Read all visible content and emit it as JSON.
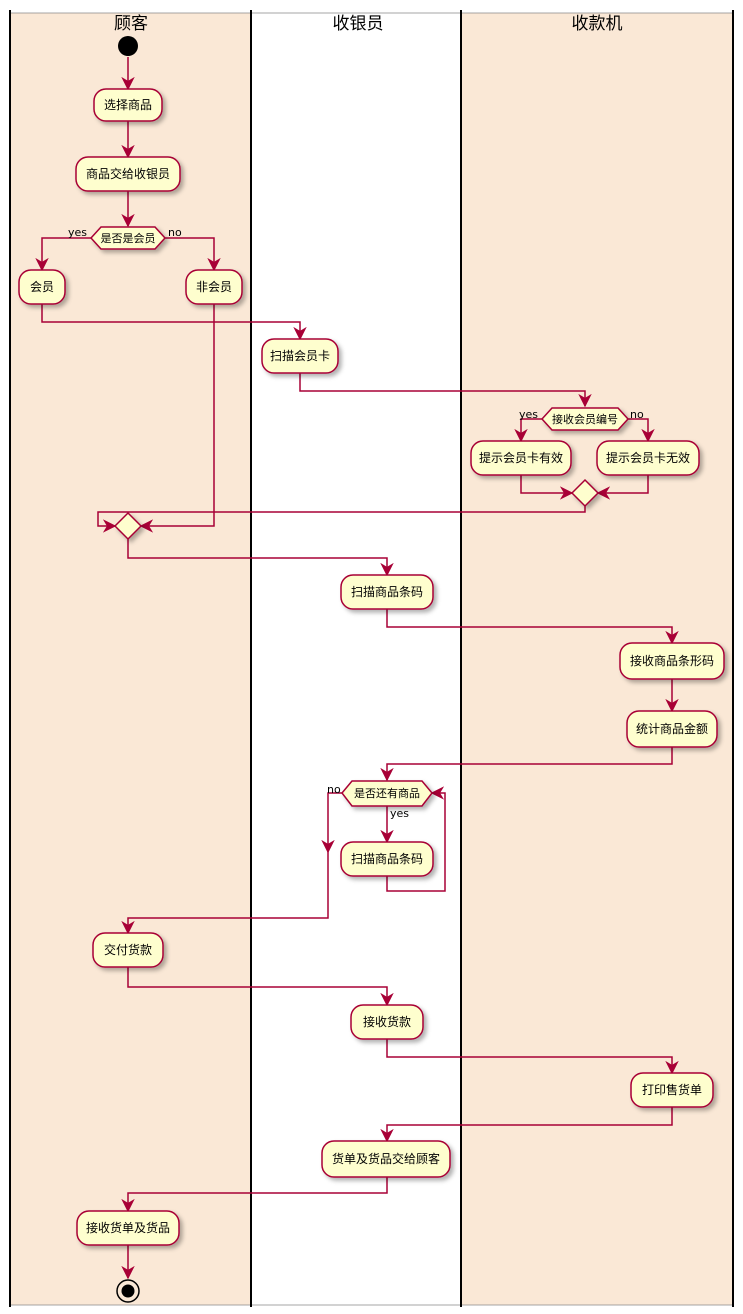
{
  "colors": {
    "lane_fill": "#fae8d6",
    "lane_fill_alt": "#ffffff",
    "activity_fill": "#fefece",
    "border": "#a80036",
    "divider": "#000000"
  },
  "lanes": [
    {
      "title": "顾客"
    },
    {
      "title": "收银员"
    },
    {
      "title": "收款机"
    }
  ],
  "activities": [
    {
      "text": "选择商品"
    },
    {
      "text": "商品交给收银员"
    },
    {
      "text": "会员"
    },
    {
      "text": "非会员"
    },
    {
      "text": "扫描会员卡"
    },
    {
      "text": "提示会员卡有效"
    },
    {
      "text": "提示会员卡无效"
    },
    {
      "text": "扫描商品条码"
    },
    {
      "text": "接收商品条形码"
    },
    {
      "text": "统计商品金额"
    },
    {
      "text": "扫描商品条码"
    },
    {
      "text": "交付货款"
    },
    {
      "text": "接收货款"
    },
    {
      "text": "打印售货单"
    },
    {
      "text": "货单及货品交给顾客"
    },
    {
      "text": "接收货单及货品"
    }
  ],
  "decisions": [
    {
      "text": "是否是会员"
    },
    {
      "text": "接收会员编号"
    },
    {
      "text": "是否还有商品"
    }
  ],
  "edge_labels": [
    {
      "text": "yes"
    },
    {
      "text": "no"
    },
    {
      "text": "yes"
    },
    {
      "text": "no"
    },
    {
      "text": "no"
    },
    {
      "text": "yes"
    }
  ]
}
